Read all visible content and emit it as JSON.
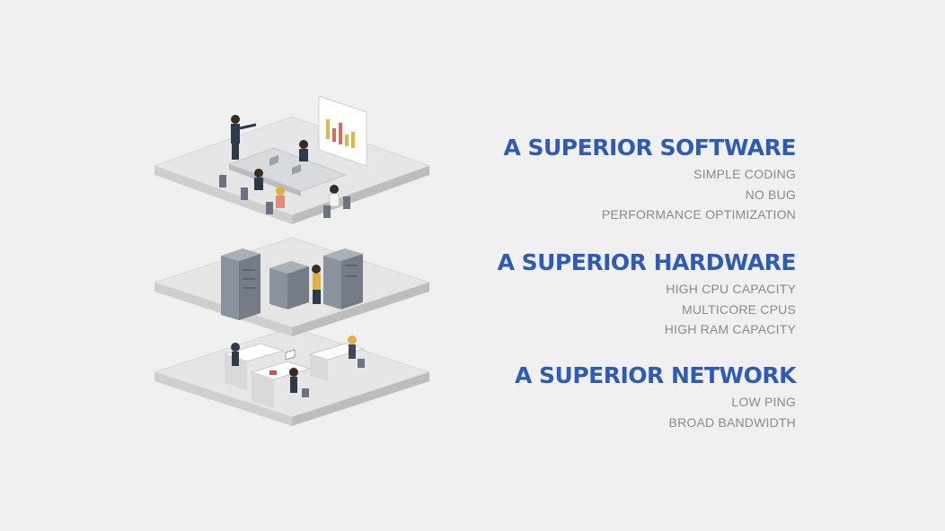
{
  "sections": [
    {
      "title": "A SUPERIOR SOFTWARE",
      "items": [
        "SIMPLE CODING",
        "NO BUG",
        "PERFORMANCE OPTIMIZATION"
      ]
    },
    {
      "title": "A SUPERIOR HARDWARE",
      "items": [
        "HIGH CPU CAPACITY",
        "MULTICORE CPUS",
        "HIGH RAM CAPACITY"
      ]
    },
    {
      "title": "A SUPERIOR NETWORK",
      "items": [
        "LOW PING",
        "BROAD BANDWIDTH"
      ]
    }
  ],
  "colors": {
    "heading": "#2f5bb7",
    "item": "#8a8a8a",
    "background": "#f0f0f0"
  }
}
